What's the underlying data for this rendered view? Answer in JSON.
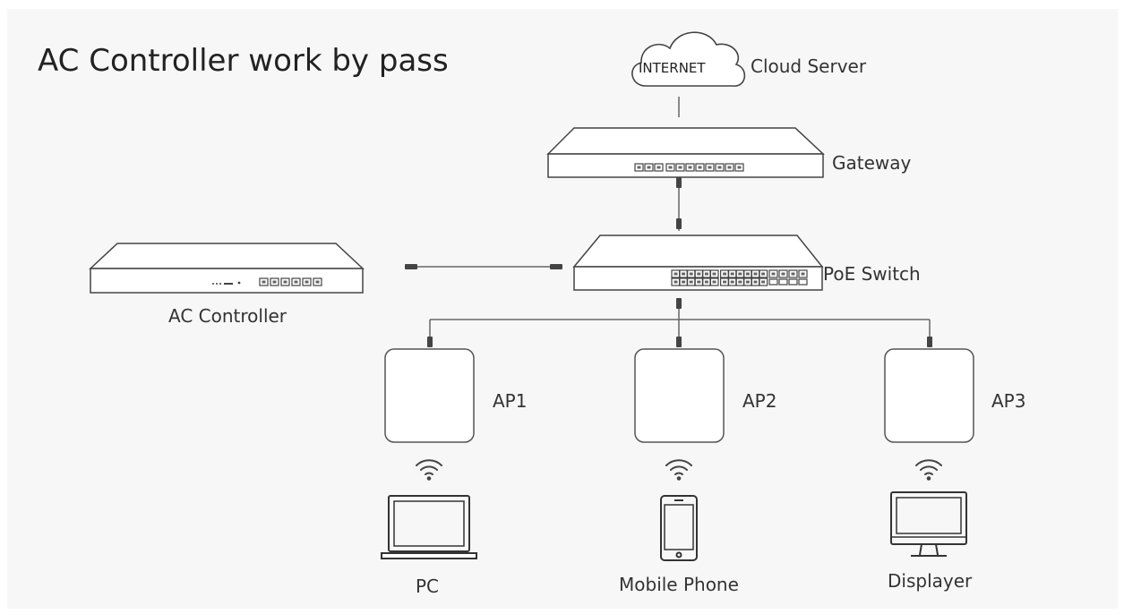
{
  "diagram": {
    "title": "AC Controller work by pass",
    "cloud": {
      "text": "INTERNET",
      "label": "Cloud Server"
    },
    "gateway": {
      "label": "Gateway"
    },
    "poe_switch": {
      "label": "PoE Switch"
    },
    "ac_controller": {
      "label": "AC Controller"
    },
    "access_points": [
      {
        "label": "AP1"
      },
      {
        "label": "AP2"
      },
      {
        "label": "AP3"
      }
    ],
    "clients": [
      {
        "label": "PC",
        "icon": "laptop-icon"
      },
      {
        "label": "Mobile Phone",
        "icon": "mobile-phone-icon"
      },
      {
        "label": "Displayer",
        "icon": "monitor-icon"
      }
    ]
  }
}
